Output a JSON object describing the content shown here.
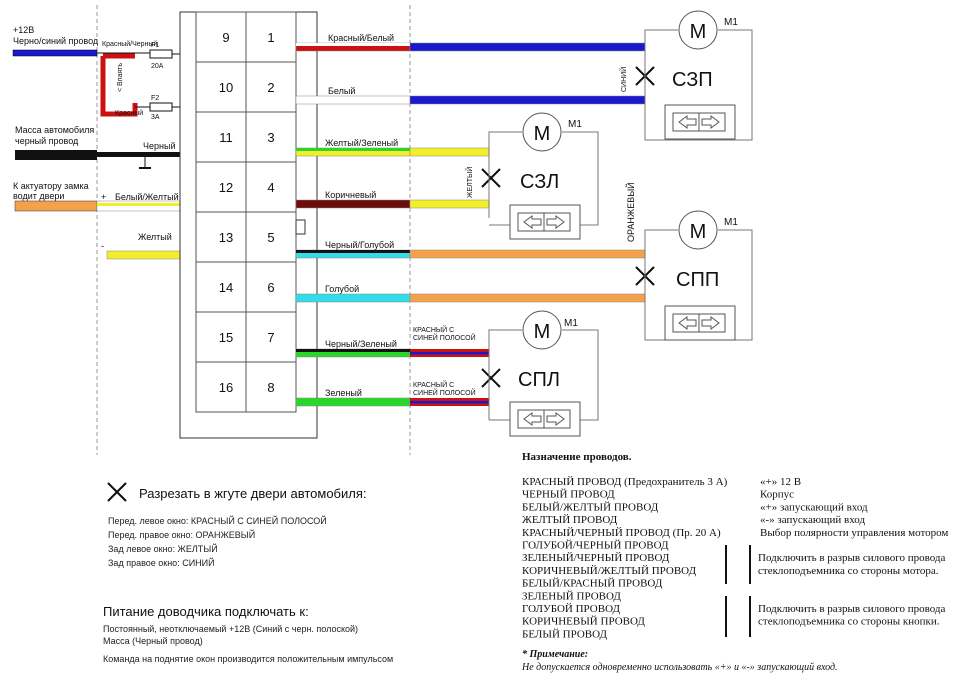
{
  "left_labels": {
    "plus12v": "+12В",
    "plus12v_wire": "Черно/синий провод",
    "ground": "Масса автомобиля",
    "ground_wire": "черный провод",
    "actuator": "К актуатору замка",
    "actuator2": "водит двери",
    "red_black": "Красный/Черный",
    "solder": "< Впаять",
    "red": "Красный",
    "fuse1": "F1",
    "fuse1_rating": "20А",
    "fuse2": "F2",
    "fuse2_rating": "3А",
    "black": "Черный",
    "white_yellow": "Белый/Желтый",
    "yellow": "Желтый",
    "plus": "+",
    "minus": "-"
  },
  "pins_left": [
    "9",
    "10",
    "11",
    "12",
    "13",
    "14",
    "15",
    "16"
  ],
  "pins_right": [
    "1",
    "2",
    "3",
    "4",
    "5",
    "6",
    "7",
    "8"
  ],
  "wire_labels": [
    "Красный/Белый",
    "Белый",
    "Желтый/Зеленый",
    "Коричневый",
    "Черный/Голубой",
    "Голубой",
    "Черный/Зеленый",
    "Зеленый"
  ],
  "side_labels": {
    "blue": "СИНИЙ",
    "yellow": "ЖЕЛТЫЙ",
    "orange": "ОРАНЖЕВЫЙ",
    "red_blue_1a": "КРАСНЫЙ С",
    "red_blue_1b": "СИНЕЙ ПОЛОСОЙ",
    "red_blue_2a": "КРАСНЫЙ С",
    "red_blue_2b": "СИНЕЙ ПОЛОСОЙ"
  },
  "motors": [
    {
      "label": "СЗП",
      "motor": "M1"
    },
    {
      "label": "СЗЛ",
      "motor": "M1"
    },
    {
      "label": "СПП",
      "motor": "M1"
    },
    {
      "label": "СПЛ",
      "motor": "M1"
    }
  ],
  "motor_glyph": "M",
  "cut_section": {
    "title": "Разрезать в жгуте двери автомобиля:",
    "lines": [
      "Перед. левое окно: КРАСНЫЙ С СИНЕЙ ПОЛОСОЙ",
      "Перед. правое окно: ОРАНЖЕВЫЙ",
      "Зад левое окно: ЖЕЛТЫЙ",
      "Зад правое окно: СИНИЙ"
    ]
  },
  "power_section": {
    "title": "Питание доводчика подключать к:",
    "lines": [
      "Постоянный, неотключаемый +12В (Синий с черн. полоской)",
      "Масса (Черный провод)"
    ],
    "command": "Команда на поднятие окон производится положительным импульсом"
  },
  "legend": {
    "title": "Назначение проводов.",
    "rows": [
      {
        "wire": "КРАСНЫЙ ПРОВОД (Предохранитель 3 А)",
        "desc": "«+» 12 В"
      },
      {
        "wire": "ЧЕРНЫЙ ПРОВОД",
        "desc": "Корпус"
      },
      {
        "wire": "БЕЛЫЙ/ЖЕЛТЫЙ ПРОВОД",
        "desc": "«+» запускающий вход"
      },
      {
        "wire": "ЖЕЛТЫЙ ПРОВОД",
        "desc": "«-» запускающий вход"
      },
      {
        "wire": "КРАСНЫЙ/ЧЕРНЫЙ ПРОВОД (Пр. 20 А)",
        "desc": "Выбор полярности управления мотором"
      },
      {
        "wire": "ГОЛУБОЙ/ЧЕРНЫЙ ПРОВОД",
        "desc": ""
      },
      {
        "wire": "ЗЕЛЕНЫЙ/ЧЕРНЫЙ ПРОВОД",
        "desc": "Подключить в разрыв силового провода"
      },
      {
        "wire": "КОРИЧНЕВЫЙ/ЖЕЛТЫЙ ПРОВОД",
        "desc": "стеклоподъемника со стороны мотора."
      },
      {
        "wire": "БЕЛЫЙ/КРАСНЫЙ ПРОВОД",
        "desc": ""
      },
      {
        "wire": "ЗЕЛЕНЫЙ ПРОВОД",
        "desc": ""
      },
      {
        "wire": "ГОЛУБОЙ ПРОВОД",
        "desc": "Подключить в разрыв силового провода"
      },
      {
        "wire": "КОРИЧНЕВЫЙ ПРОВОД",
        "desc": "стеклоподъемника со стороны кнопки."
      },
      {
        "wire": "БЕЛЫЙ ПРОВОД",
        "desc": ""
      }
    ],
    "note_title": "* Примечание:",
    "note_text": "Не допускается одновременно использовать «+» и «-» запускающий вход."
  },
  "colors": {
    "red": "#cc1111",
    "blue": "#1a1acc",
    "black": "#111111",
    "yellow": "#f2ee2a",
    "orange": "#f5a04a",
    "cyan": "#33dde8",
    "green": "#2bd62b",
    "brown": "#6b0d0d",
    "white": "#ffffff",
    "dashed": "#999999"
  }
}
